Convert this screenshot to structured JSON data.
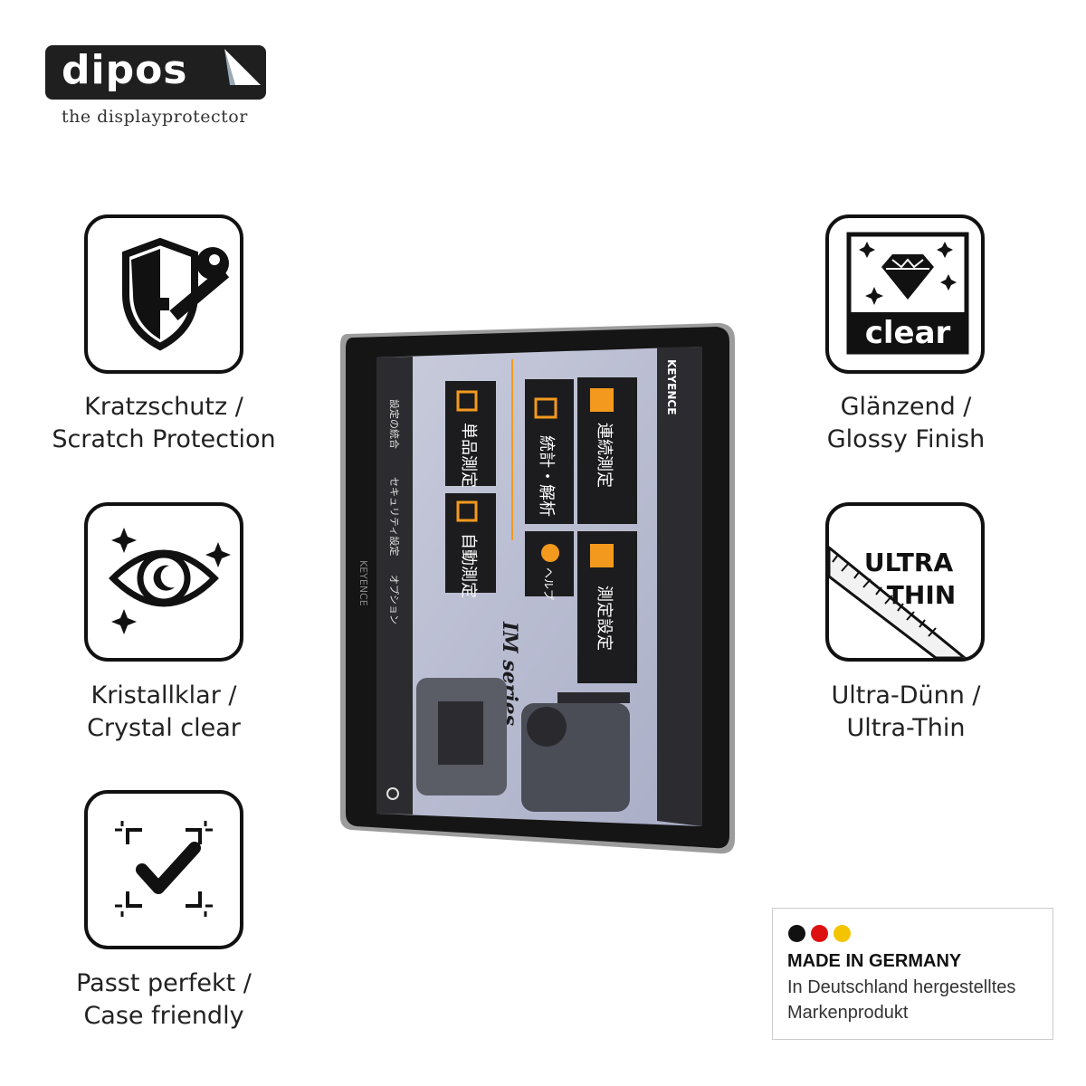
{
  "brand": {
    "name": "dipos",
    "tagline": "the displayprotector"
  },
  "features_left": [
    {
      "line1": "Kratzschutz /",
      "line2": "Scratch Protection",
      "icon": "shield-key-icon"
    },
    {
      "line1": "Kristallklar /",
      "line2": "Crystal clear",
      "icon": "eye-sparkle-icon"
    },
    {
      "line1": "Passt perfekt /",
      "line2": "Case friendly",
      "icon": "check-frame-icon"
    }
  ],
  "features_right": [
    {
      "line1": "Glänzend /",
      "line2": "Glossy Finish",
      "icon": "diamond-clear-icon",
      "icon_text": "clear"
    },
    {
      "line1": "Ultra-Dünn /",
      "line2": "Ultra-Thin",
      "icon": "ruler-ultra-thin-icon",
      "icon_text_1": "ULTRA",
      "icon_text_2": "THIN"
    }
  ],
  "badge": {
    "title": "MADE IN GERMANY",
    "line1": "In Deutschland hergestelltes",
    "line2": "Markenprodukt",
    "flag_colors": [
      "#111111",
      "#dd1111",
      "#f5c400"
    ]
  },
  "device": {
    "brand": "KEYENCE",
    "series": "IM series",
    "tiles": [
      "連続測定",
      "統計・解析",
      "単品測定",
      "測定設定",
      "ヘルプ",
      "自動測定"
    ],
    "sidebar": [
      "設定の統合",
      "セキュリティ設定",
      "オプション"
    ],
    "accent": "#f39a1e"
  }
}
